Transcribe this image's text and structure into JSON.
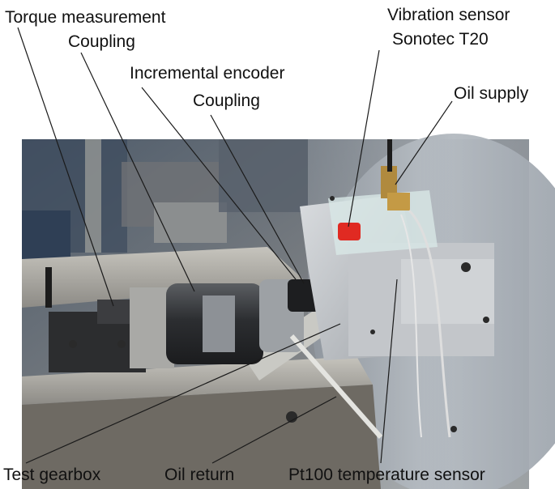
{
  "figure": {
    "labels": {
      "torque_measurement": "Torque measurement",
      "coupling_1": "Coupling",
      "incremental_encoder": "Incremental encoder",
      "coupling_2": "Coupling",
      "vibration_sensor": "Vibration sensor",
      "sonotec": "Sonotec T20",
      "oil_supply": "Oil supply",
      "test_gearbox": "Test gearbox",
      "oil_return": "Oil return",
      "pt100": "Pt100 temperature sensor"
    }
  },
  "colors": {
    "background": "#ffffff",
    "leader_line": "#1a1a1a",
    "red_sensor": "#e02a22",
    "steel": "#b9bcc0"
  }
}
